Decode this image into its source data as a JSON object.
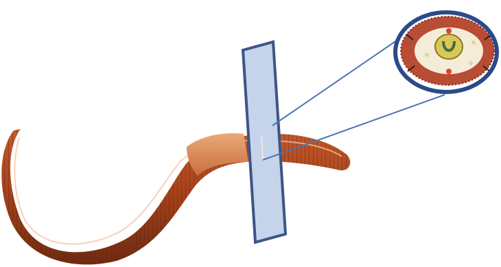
{
  "colors": {
    "background": "#ffffff",
    "worm_body": "#a8431c",
    "worm_dark": "#6e2a10",
    "worm_highlight": "#e9a87c",
    "clitellum": "#e0905a",
    "section_plane_fill": "#c5d4ea",
    "section_plane_stroke": "#3d5585",
    "pointer_lines": "#4a74b5",
    "inset_border": "#2b4a8a",
    "inset_tissue": "#b84c35",
    "inset_gut": "#d9c75a"
  },
  "icons": {
    "worm": "earthworm-illustration",
    "plane": "section-plane",
    "inset": "cross-section-magnified-inset"
  }
}
